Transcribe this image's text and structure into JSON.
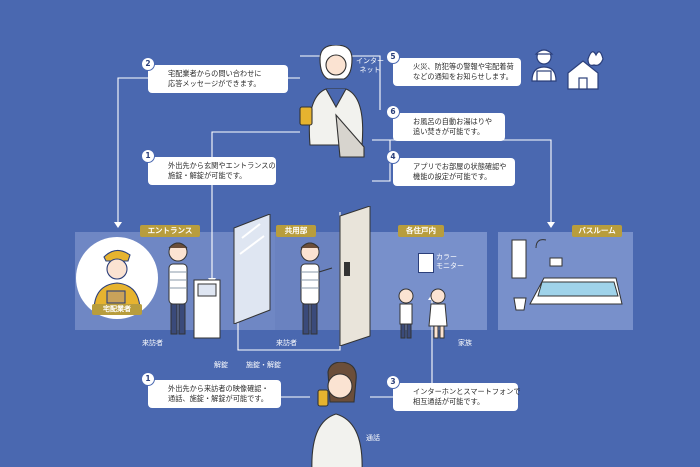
{
  "zones": {
    "entrance": "エントランス",
    "common": "共用部",
    "unit": "各住戸内",
    "bath": "バスルーム"
  },
  "steps": [
    {
      "num": "2",
      "lines": [
        "宅配業者からの問い合わせに",
        "応答メッセージができます。"
      ]
    },
    {
      "num": "1",
      "lines": [
        "外出先から玄関やエントランスの",
        "施錠・解錠が可能です。"
      ]
    },
    {
      "num": "5",
      "lines": [
        "火災、防犯等の警報や宅配着荷",
        "などの通知をお知らせします。"
      ]
    },
    {
      "num": "6",
      "lines": [
        "お風呂の自動お湯はりや",
        "追い焚きが可能です。"
      ]
    },
    {
      "num": "4",
      "lines": [
        "アプリでお部屋の状態確認や",
        "機能の設定が可能です。"
      ]
    },
    {
      "num": "1",
      "lines": [
        "外出先から来訪者の映像確認・",
        "通話、施錠・解錠が可能です。"
      ]
    },
    {
      "num": "3",
      "lines": [
        "インターホンとスマートフォンで",
        "相互通話が可能です。"
      ]
    }
  ],
  "labels": {
    "internet_1": "インター",
    "internet_2": "ネット",
    "delivery": "宅配業者",
    "visitor_entrance": "来訪者",
    "unlock": "解錠",
    "visitor_common": "来訪者",
    "lock_unlock": "施錠・解錠",
    "color_monitor_1": "カラー",
    "color_monitor_2": "モニター",
    "family": "家族",
    "call": "通話"
  },
  "colors": {
    "background": "#4a68b0",
    "tag": "#b89d3d",
    "zone": "#6f87c4"
  }
}
